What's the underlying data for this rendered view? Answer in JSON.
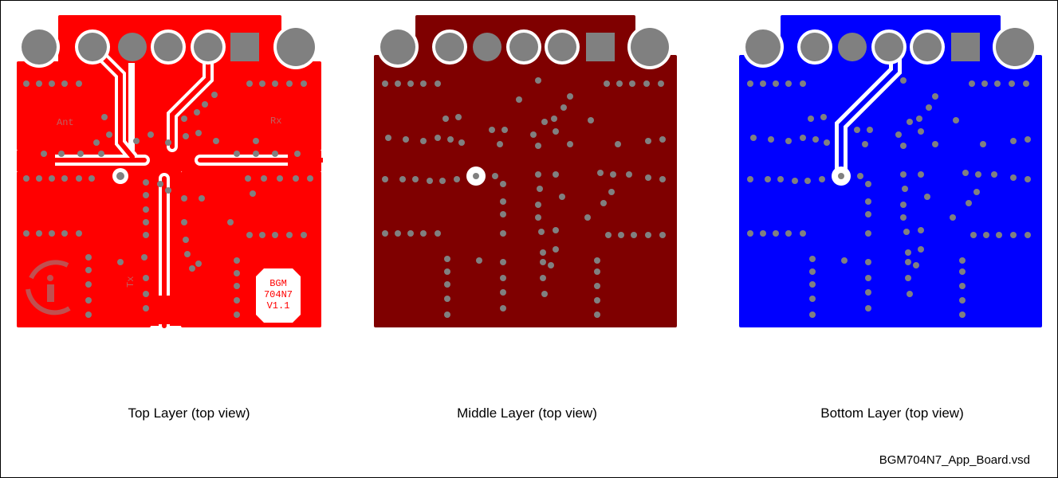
{
  "layers": [
    {
      "caption": "Top Layer (top view)",
      "color": "#ff0000"
    },
    {
      "caption": "Middle Layer (top view)",
      "color": "#7f0000"
    },
    {
      "caption": "Bottom Layer (top view)",
      "color": "#0000ff"
    }
  ],
  "top_labels": {
    "ant": "Ant",
    "rx": "Rx",
    "tx": "Tx"
  },
  "silkscreen": {
    "line1": "BGM",
    "line2": "704N7",
    "line3": "V1.1"
  },
  "filename": "BGM704N7_App_Board.vsd",
  "pad_color": "#808080"
}
